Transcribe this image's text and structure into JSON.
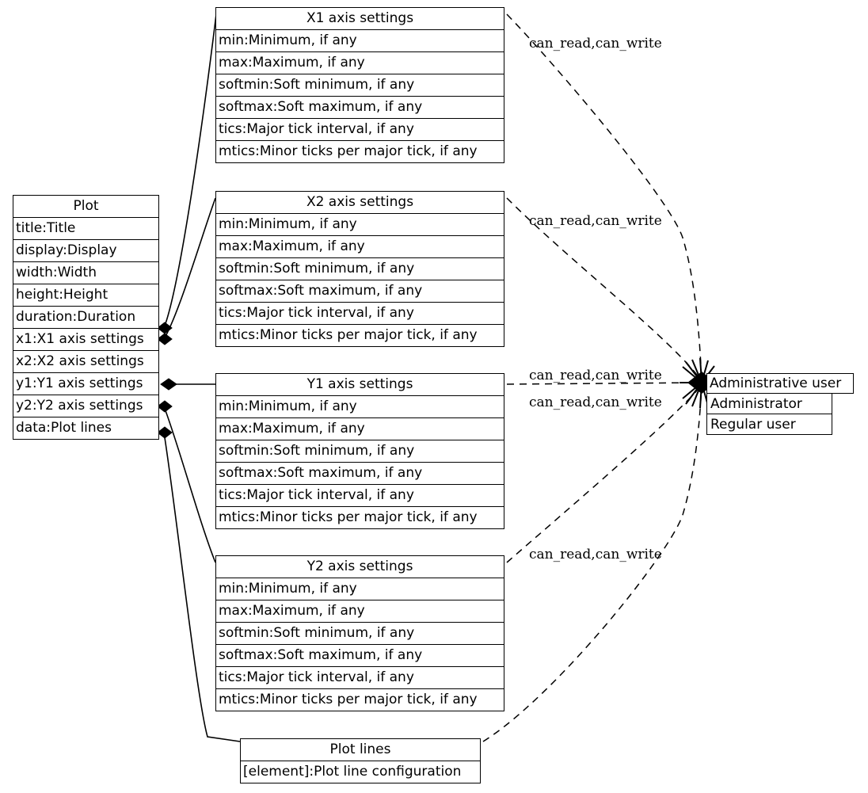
{
  "diagram": {
    "kind": "uml-class-diagram",
    "background_color": "#ffffff",
    "line_color": "#000000",
    "text_color": "#000000"
  },
  "classes": {
    "plot": {
      "title": "Plot",
      "attributes": [
        "title:Title",
        "display:Display",
        "width:Width",
        "height:Height",
        "duration:Duration",
        "x1:X1 axis settings",
        "x2:X2 axis settings",
        "y1:Y1 axis settings",
        "y2:Y2 axis settings",
        "data:Plot lines"
      ]
    },
    "x1_axis": {
      "title": "X1 axis settings",
      "attributes": [
        "min:Minimum, if any",
        "max:Maximum, if any",
        "softmin:Soft minimum, if any",
        "softmax:Soft maximum, if any",
        "tics:Major tick interval, if any",
        "mtics:Minor ticks per major tick, if any"
      ]
    },
    "x2_axis": {
      "title": "X2 axis settings",
      "attributes": [
        "min:Minimum, if any",
        "max:Maximum, if any",
        "softmin:Soft minimum, if any",
        "softmax:Soft maximum, if any",
        "tics:Major tick interval, if any",
        "mtics:Minor ticks per major tick, if any"
      ]
    },
    "y1_axis": {
      "title": "Y1 axis settings",
      "attributes": [
        "min:Minimum, if any",
        "max:Maximum, if any",
        "softmin:Soft minimum, if any",
        "softmax:Soft maximum, if any",
        "tics:Major tick interval, if any",
        "mtics:Minor ticks per major tick, if any"
      ]
    },
    "y2_axis": {
      "title": "Y2 axis settings",
      "attributes": [
        "min:Minimum, if any",
        "max:Maximum, if any",
        "softmin:Soft minimum, if any",
        "softmax:Soft maximum, if any",
        "tics:Major tick interval, if any",
        "mtics:Minor ticks per major tick, if any"
      ]
    },
    "plot_lines": {
      "title": "Plot lines",
      "attributes": [
        "[element]:Plot line configuration"
      ]
    },
    "administrative_user": {
      "title": "Administrative user",
      "attributes": [
        "Administrator",
        "Regular user"
      ]
    }
  },
  "edge_labels": {
    "x1_perm": "can_read,can_write",
    "x2_perm": "can_read,can_write",
    "y1_perm": "can_read,can_write",
    "y2_perm": "can_read,can_write",
    "plotlines_perm": "can_read,can_write"
  }
}
